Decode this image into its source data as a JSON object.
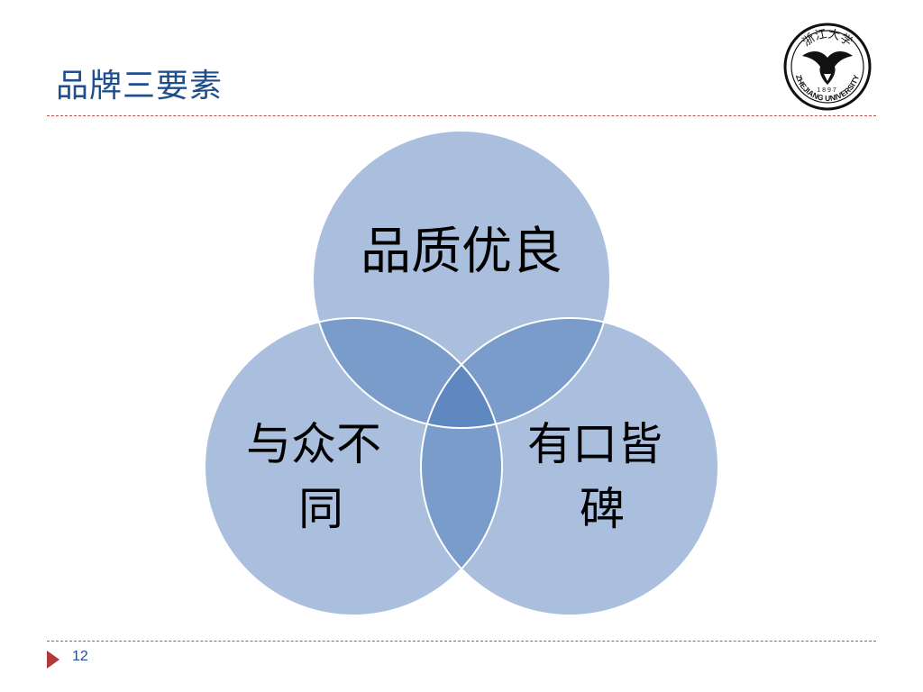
{
  "slide": {
    "title": "品牌三要素",
    "page_number": "12"
  },
  "logo": {
    "top_text": "浙江大学",
    "year": "1897",
    "bottom_text": "ZHEJIANG UNIVERSITY"
  },
  "diagram": {
    "circles": [
      {
        "id": "top",
        "label_lines": [
          "品质优良"
        ]
      },
      {
        "id": "left",
        "label_lines": [
          "与众不",
          "同"
        ]
      },
      {
        "id": "right",
        "label_lines": [
          "有口皆",
          "碑"
        ]
      }
    ]
  },
  "colors": {
    "title": "#1f4e8c",
    "circle_fill": "#a9bfdd",
    "overlap_fill": "#7a9ccb",
    "center_fill": "#5f87c0",
    "divider": "#c0504d",
    "footer_arrow": "#b03a3a"
  }
}
